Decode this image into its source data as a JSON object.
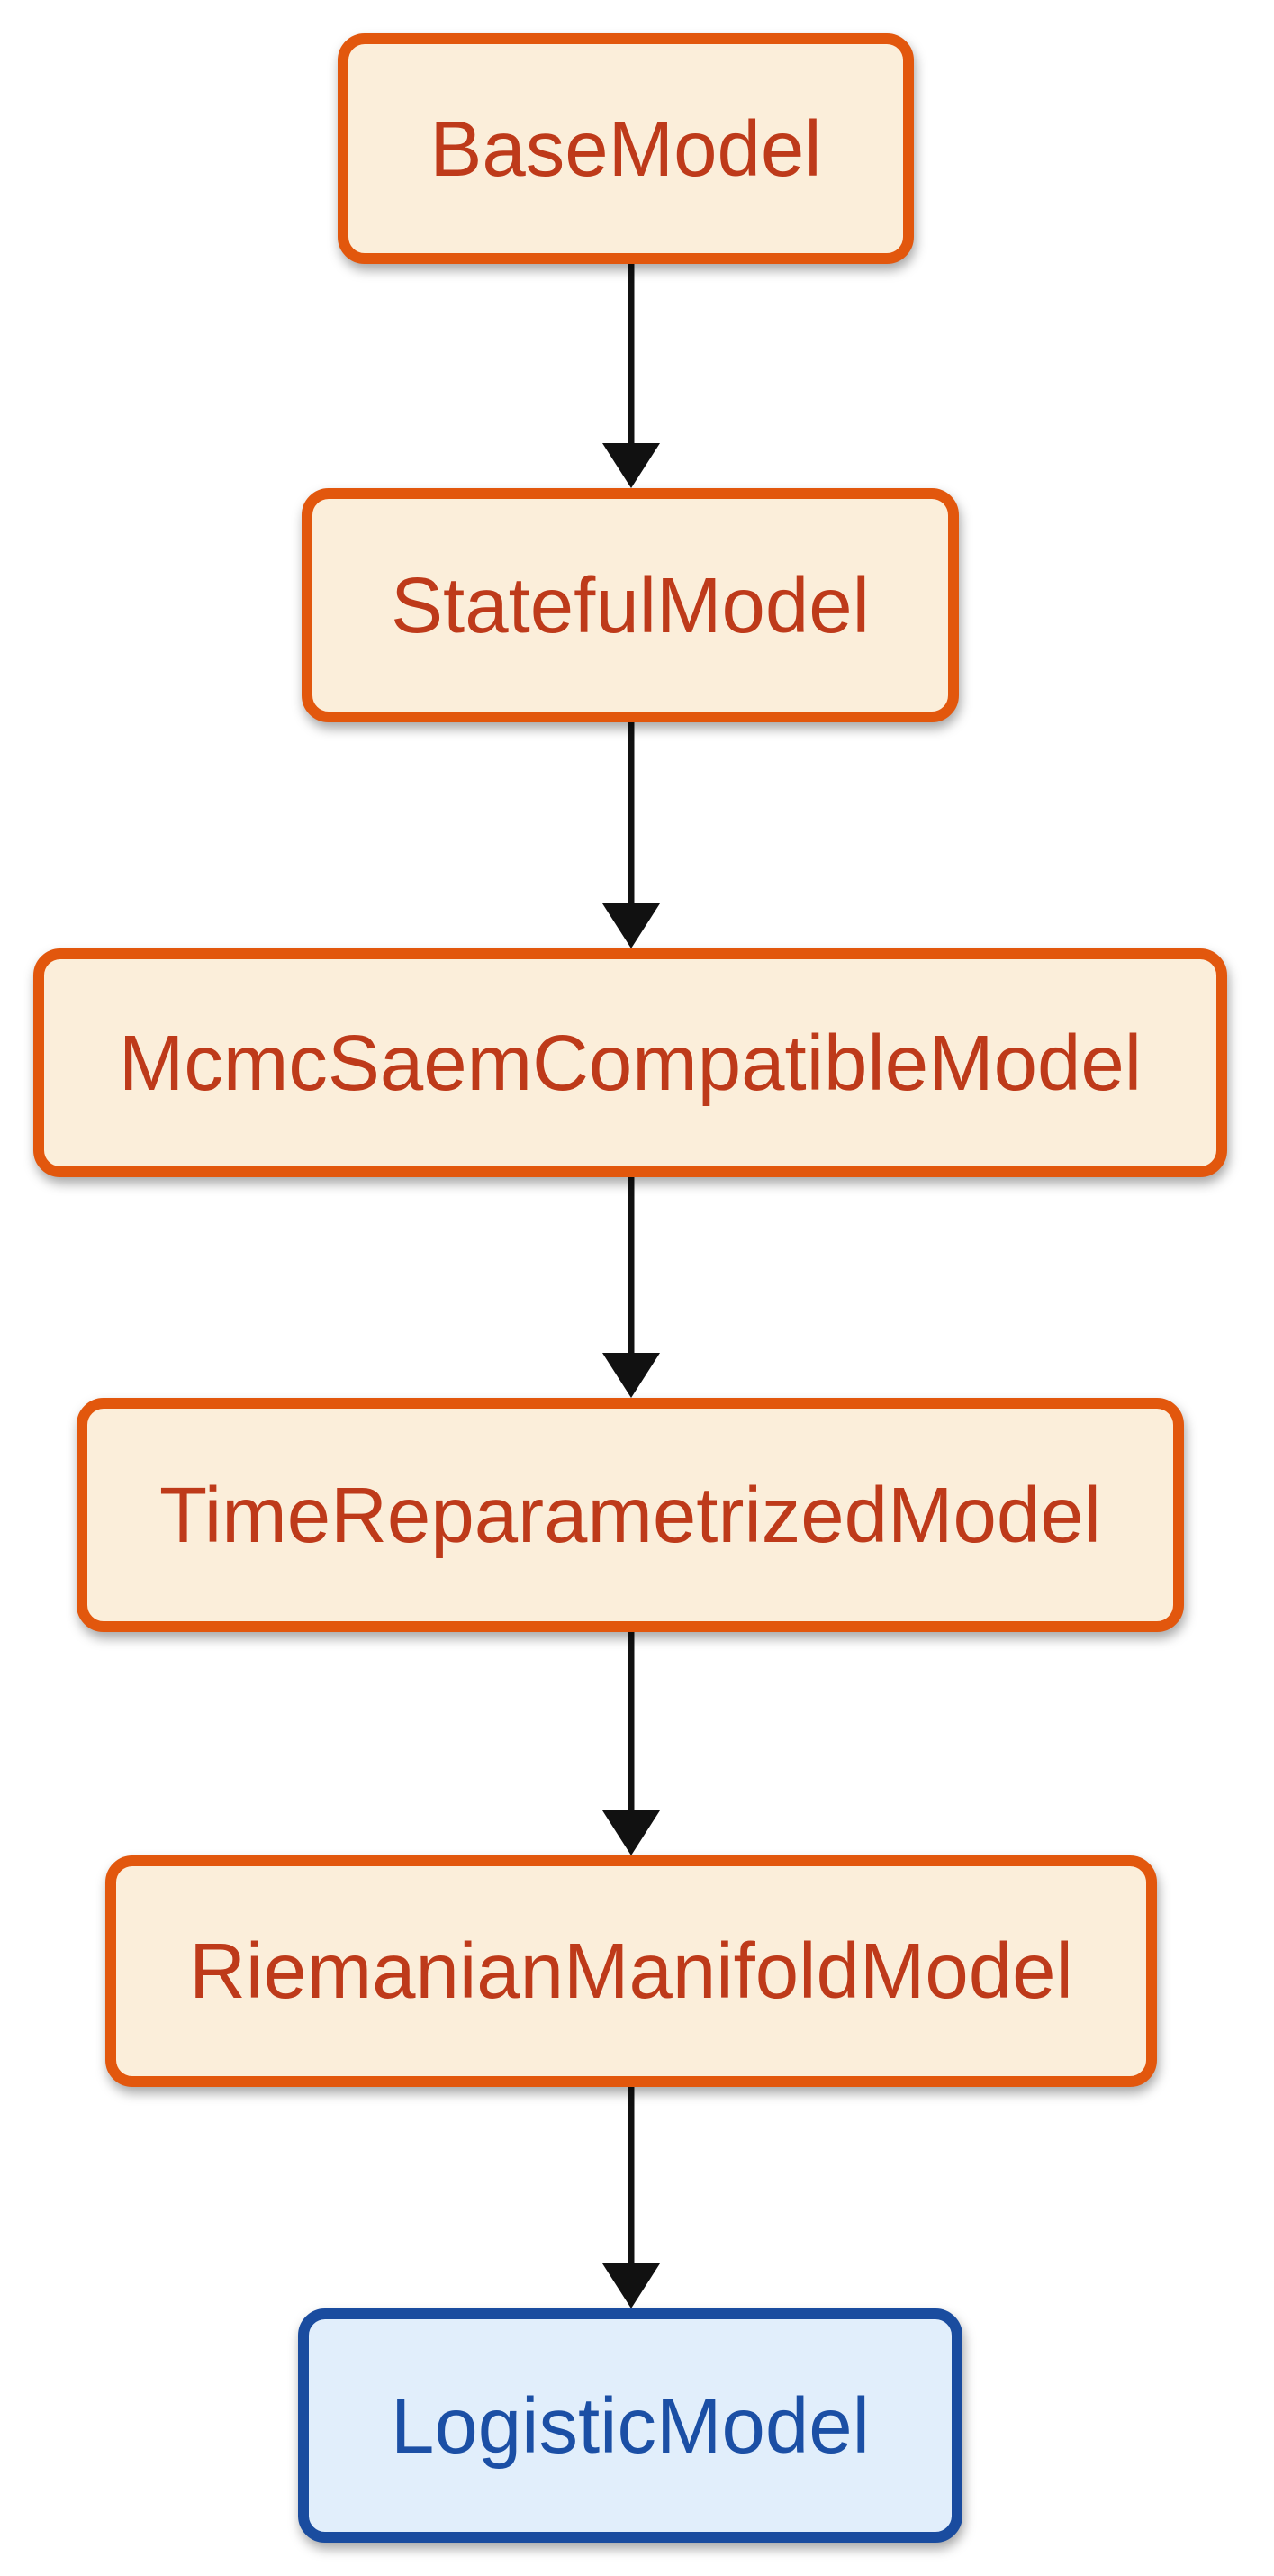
{
  "diagram": {
    "kind": "class-inheritance-flowchart",
    "nodes": [
      {
        "label": "BaseModel",
        "theme": "orange"
      },
      {
        "label": "StatefulModel",
        "theme": "orange"
      },
      {
        "label": "McmcSaemCompatibleModel",
        "theme": "orange"
      },
      {
        "label": "TimeReparametrizedModel",
        "theme": "orange"
      },
      {
        "label": "RiemanianManifoldModel",
        "theme": "orange"
      },
      {
        "label": "LogisticModel",
        "theme": "blue"
      }
    ],
    "edges": [
      {
        "from": "BaseModel",
        "to": "StatefulModel"
      },
      {
        "from": "StatefulModel",
        "to": "McmcSaemCompatibleModel"
      },
      {
        "from": "McmcSaemCompatibleModel",
        "to": "TimeReparametrizedModel"
      },
      {
        "from": "TimeReparametrizedModel",
        "to": "RiemanianManifoldModel"
      },
      {
        "from": "RiemanianManifoldModel",
        "to": "LogisticModel"
      }
    ],
    "colors": {
      "orange_border": "#E2570D",
      "orange_fill": "#FBEEDA",
      "orange_text": "#BE3A1A",
      "blue_border": "#1A4C9F",
      "blue_fill": "#E1EEFB",
      "blue_text": "#1B4FA5",
      "arrow": "#111111",
      "background": "#FFFFFF"
    }
  }
}
